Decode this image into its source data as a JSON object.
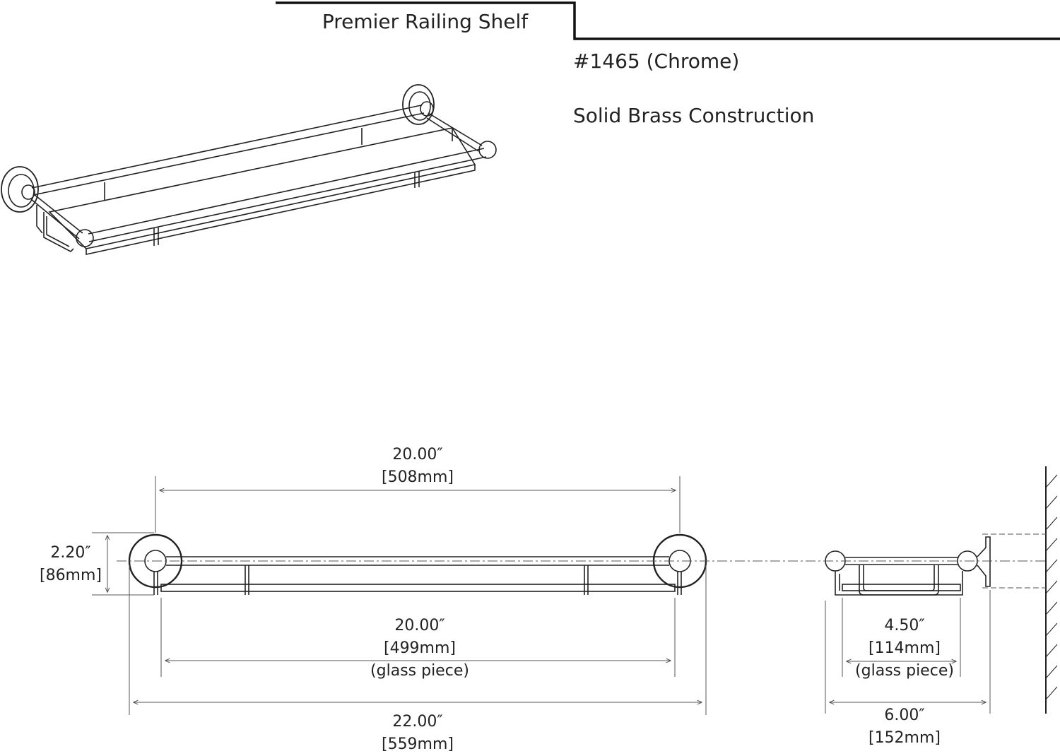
{
  "title": "Premier Railing Shelf",
  "model": "#1465 (Chrome)",
  "material": "Solid Brass Construction",
  "dimensions": {
    "rail_length": {
      "inches": "20.00″",
      "mm": "[508mm]"
    },
    "height": {
      "inches": "2.20″",
      "mm": "[86mm]"
    },
    "glass_length": {
      "inches": "20.00″",
      "mm": "[499mm]",
      "note": "(glass piece)"
    },
    "overall_length": {
      "inches": "22.00″",
      "mm": "[559mm]"
    },
    "glass_depth": {
      "inches": "4.50″",
      "mm": "[114mm]",
      "note": "(glass piece)"
    },
    "overall_depth": {
      "inches": "6.00″",
      "mm": "[152mm]"
    }
  },
  "colors": {
    "line": "#222222",
    "background": "#ffffff"
  }
}
